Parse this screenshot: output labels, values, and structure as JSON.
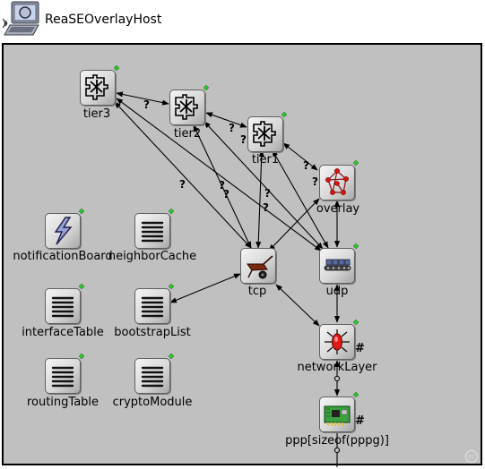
{
  "window": {
    "title": "ReaSEOverlayHost",
    "host_icon": "laptop-wireless-icon"
  },
  "modules": {
    "tier3": {
      "name": "tier3",
      "icon": "puzzle-icon"
    },
    "tier2": {
      "name": "tier2",
      "icon": "puzzle-icon"
    },
    "tier1": {
      "name": "tier1",
      "icon": "puzzle-icon"
    },
    "overlay": {
      "name": "overlay",
      "icon": "network-graph-icon"
    },
    "notificationBoard": {
      "name": "notificationBoard",
      "icon": "lightning-icon"
    },
    "neighborCache": {
      "name": "neighborCache",
      "icon": "list-icon"
    },
    "tcp": {
      "name": "tcp",
      "icon": "wheelbarrow-icon"
    },
    "udp": {
      "name": "udp",
      "icon": "conveyor-icon"
    },
    "interfaceTable": {
      "name": "interfaceTable",
      "icon": "list-icon"
    },
    "bootstrapList": {
      "name": "bootstrapList",
      "icon": "list-icon"
    },
    "networkLayer": {
      "name": "networkLayer",
      "icon": "router-icon",
      "vector_marker": "#"
    },
    "routingTable": {
      "name": "routingTable",
      "icon": "list-icon"
    },
    "cryptoModule": {
      "name": "cryptoModule",
      "icon": "list-icon"
    },
    "ppp": {
      "name": "ppp[sizeof(pppg)]",
      "icon": "network-card-icon",
      "vector_marker": "#"
    }
  },
  "connection_marker": "?",
  "watermark": "cc",
  "colors": {
    "compound_background": "#c0c0c0",
    "status_led": "#30c030",
    "edge": "#000000"
  }
}
